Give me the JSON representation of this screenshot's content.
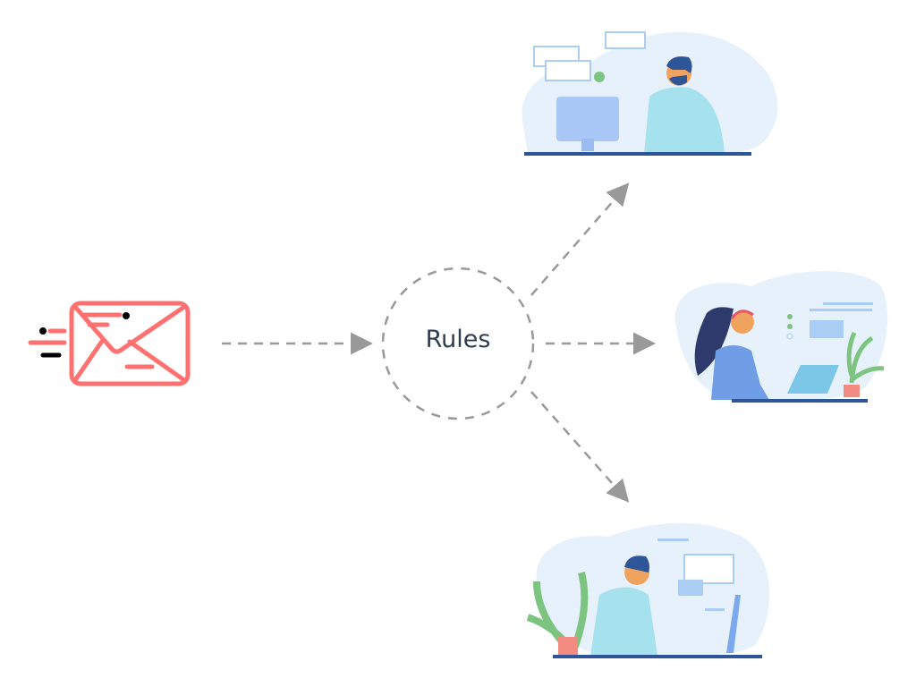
{
  "diagram": {
    "center_node": {
      "label": "Rules"
    },
    "source": {
      "icon": "email-sending-icon"
    },
    "targets": [
      {
        "icon": "agent-at-desktop-illustration"
      },
      {
        "icon": "agent-with-headset-illustration"
      },
      {
        "icon": "agent-at-workstation-illustration"
      }
    ],
    "colors": {
      "envelope": "#ff7171",
      "arrow": "#999999",
      "text": "#2c3e50",
      "blob": "#e6f1fc",
      "desk": "#2e5597"
    }
  }
}
